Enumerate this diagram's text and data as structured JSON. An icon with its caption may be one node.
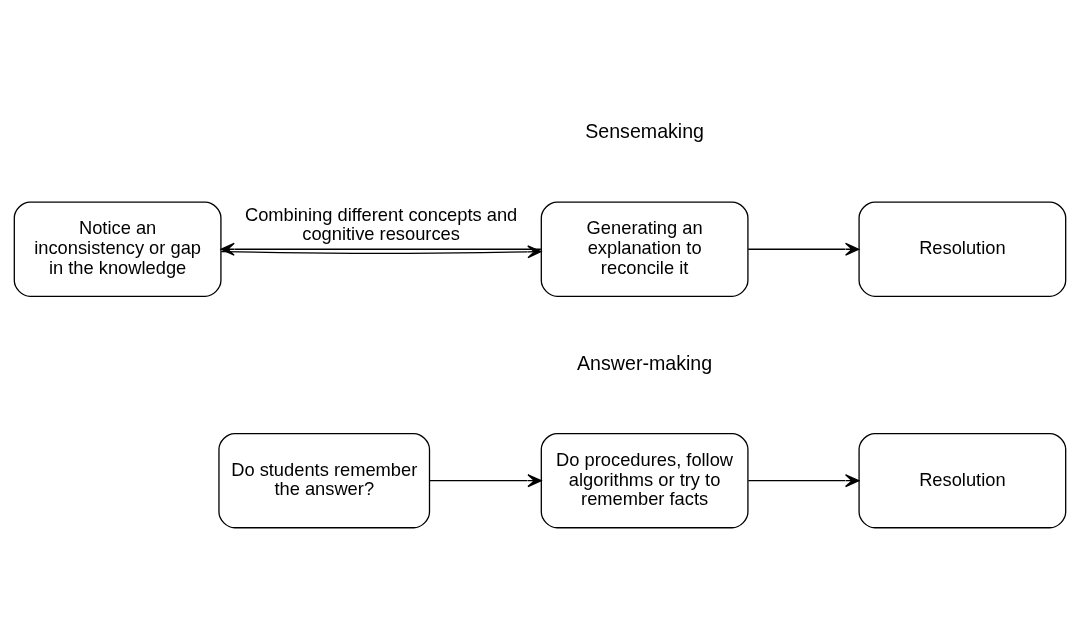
{
  "diagram": {
    "nodes": [
      {
        "text": [
          "Notice an inconsistency or gap in the knowledge"
        ]
      },
      {
        "text": [
          "Generating an explanation to reconcile it"
        ]
      },
      {
        "text": [
          "Resolution"
        ]
      },
      {
        "text": [
          "Do students remember the answer?"
        ]
      },
      {
        "text": [
          "Do procedures, follow algorithms or try to remember facts"
        ]
      },
      {
        "text": [
          "Resolution"
        ]
      }
    ],
    "edges": [
      {
        "from": 0,
        "to": 1,
        "arrow": "to"
      },
      {
        "from": 1,
        "to": 2,
        "arrow": "to"
      },
      {
        "from": 1,
        "to": 0,
        "arrow": "to",
        "label": "Combining different concepts and cognitive resources"
      },
      {
        "from": 3,
        "to": 4,
        "arrow": "to"
      },
      {
        "from": 4,
        "to": 5,
        "arrow": "to"
      }
    ],
    "labels": [
      "Sensemaking",
      "Answer-making"
    ]
  }
}
